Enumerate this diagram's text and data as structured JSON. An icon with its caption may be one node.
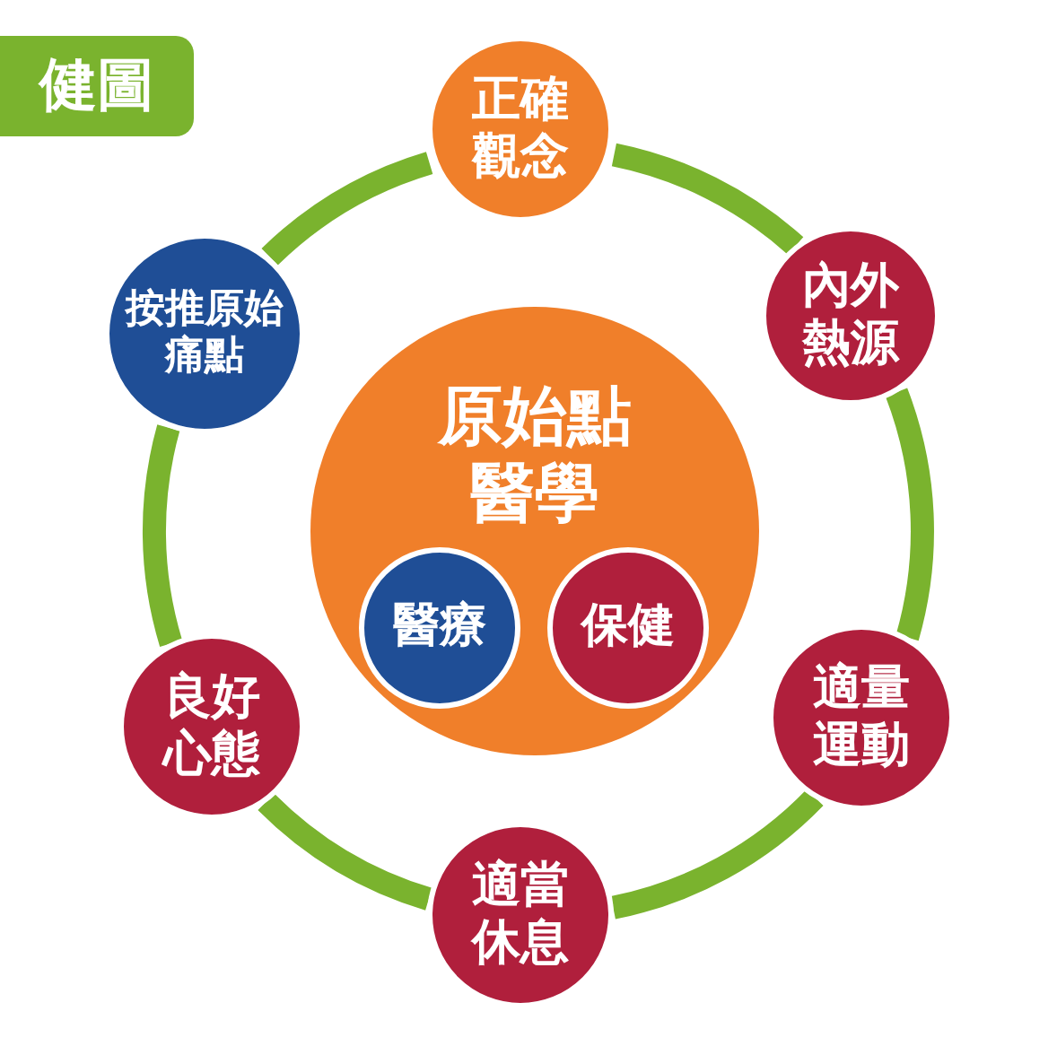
{
  "diagram": {
    "title": "健圖",
    "nodes": [
      {
        "text": [
          "原始點醫學"
        ]
      },
      {
        "text": [
          "醫療"
        ],
        "in": 0
      },
      {
        "text": [
          "保健"
        ],
        "in": 0
      },
      {
        "text": [
          "正確觀念"
        ]
      },
      {
        "text": [
          "內外熱源"
        ]
      },
      {
        "text": [
          "適量運動"
        ]
      },
      {
        "text": [
          "適當休息"
        ]
      },
      {
        "text": [
          "良好心態"
        ]
      },
      {
        "text": [
          "按推原始痛點"
        ]
      }
    ],
    "edges": [
      {
        "from": 3,
        "to": 4,
        "arrow": "none"
      },
      {
        "from": 4,
        "to": 5,
        "arrow": "none"
      },
      {
        "from": 5,
        "to": 6,
        "arrow": "none"
      },
      {
        "from": 6,
        "to": 7,
        "arrow": "none"
      },
      {
        "from": 7,
        "to": 8,
        "arrow": "none"
      },
      {
        "from": 8,
        "to": 3,
        "arrow": "none"
      }
    ]
  }
}
